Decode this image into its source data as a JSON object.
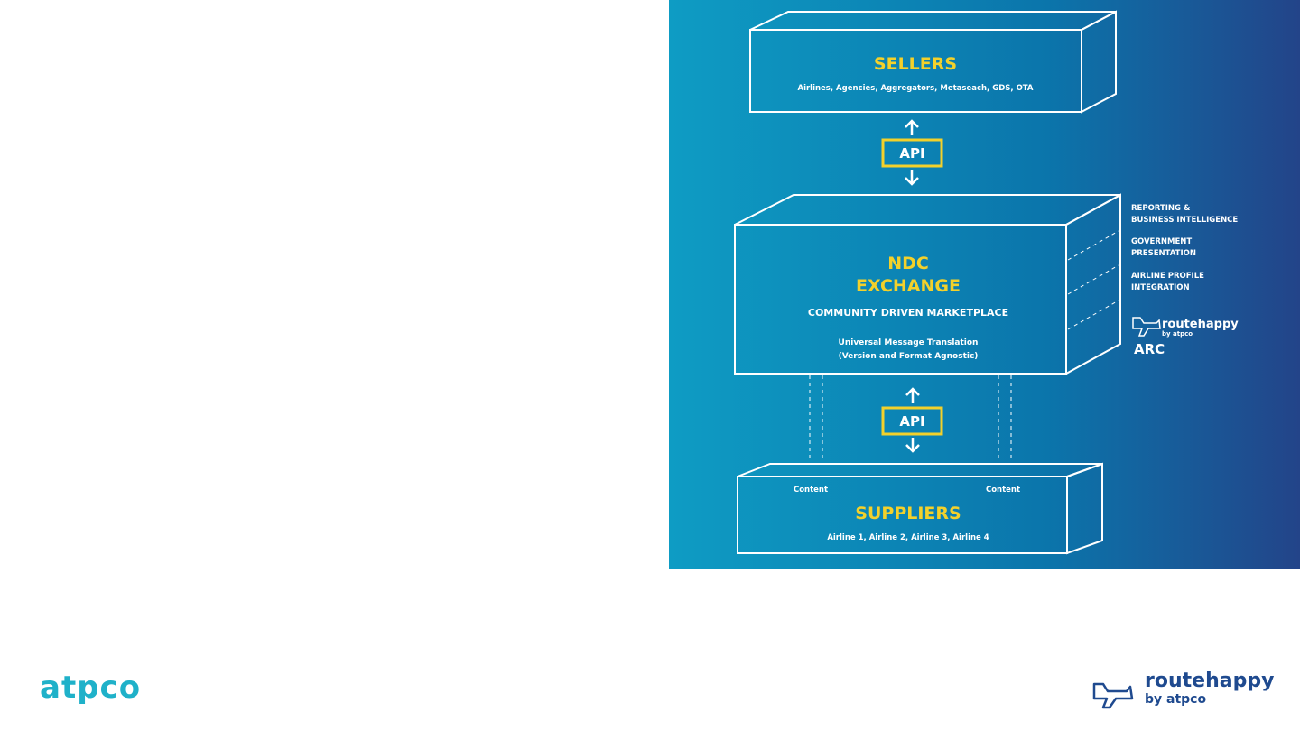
{
  "diagram": {
    "sellers": {
      "title": "SELLERS",
      "subtitle": "Airlines, Agencies, Aggregators, Metaseach, GDS, OTA"
    },
    "api_top": "API",
    "api_bottom": "API",
    "exchange": {
      "title_line1": "NDC",
      "title_line2": "EXCHANGE",
      "subtitle": "COMMUNITY DRIVEN MARKETPLACE",
      "note_line1": "Universal Message Translation",
      "note_line2": "(Version and Format Agnostic)"
    },
    "side_labels": [
      {
        "line1": "REPORTING &",
        "line2": "BUSINESS INTELLIGENCE"
      },
      {
        "line1": "GOVERNMENT",
        "line2": "PRESENTATION"
      },
      {
        "line1": "AIRLINE PROFILE",
        "line2": "INTEGRATION"
      }
    ],
    "partner_logo": {
      "name": "routehappy",
      "by": "by atpco"
    },
    "arc_logo": "ARC",
    "suppliers": {
      "title": "SUPPLIERS",
      "subtitle": "Airline 1, Airline 2, Airline 3, Airline 4",
      "content_left": "Content",
      "content_right": "Content"
    },
    "colors": {
      "gradient_start": "#0e9cc4",
      "gradient_end": "#234489",
      "accent": "#f3d12b"
    }
  },
  "footer": {
    "atpco_logo": "atpco",
    "routehappy_logo": {
      "name": "routehappy",
      "by": "by atpco"
    }
  }
}
